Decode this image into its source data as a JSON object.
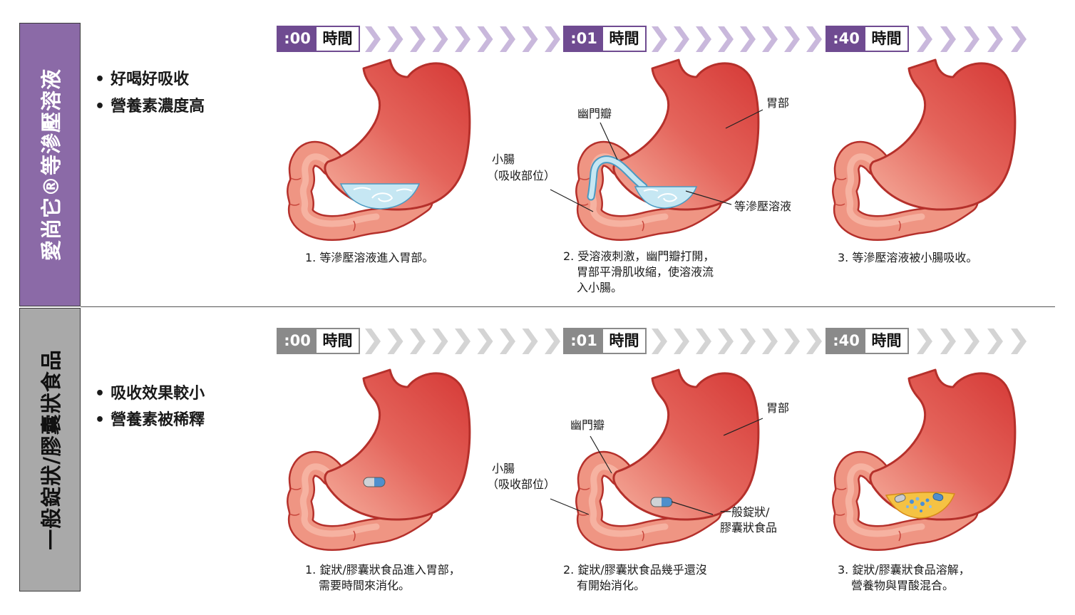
{
  "colors": {
    "isotonic_accent": "#8b6aa7",
    "isotonic_time": "#6f4b91",
    "isotonic_chevron": "#c9b8dc",
    "tablet_accent": "#a9a9a9",
    "tablet_time": "#8a8a8a",
    "tablet_chevron": "#d4d4d4",
    "stomach": "#e05a50",
    "solution": "#c6e7f3",
    "dissolved": "#f5c243"
  },
  "rows": [
    {
      "tab_label": "愛尚它®等滲壓溶液",
      "bullets": [
        "好喝好吸收",
        "營養素濃度高"
      ],
      "timeline": [
        {
          "time": ":00",
          "unit": "時間"
        },
        {
          "time": ":01",
          "unit": "時間"
        },
        {
          "time": ":40",
          "unit": "時間"
        }
      ],
      "captions": [
        [
          "1. 等滲壓溶液進入胃部。"
        ],
        [
          "2. 受溶液刺激，幽門瓣打開，",
          "胃部平滑肌收縮，使溶液流",
          "入小腸。"
        ],
        [
          "3. 等滲壓溶液被小腸吸收。"
        ]
      ],
      "labels": {
        "pyloric_valve": "幽門瓣",
        "stomach": "胃部",
        "small_intestine": "小腸",
        "absorption_site": "（吸收部位）",
        "contents": [
          "等滲壓溶液"
        ]
      }
    },
    {
      "tab_label": "一般錠狀/膠囊狀食品",
      "bullets": [
        "吸收效果較小",
        "營養素被稀釋"
      ],
      "timeline": [
        {
          "time": ":00",
          "unit": "時間"
        },
        {
          "time": ":01",
          "unit": "時間"
        },
        {
          "time": ":40",
          "unit": "時間"
        }
      ],
      "captions": [
        [
          "1. 錠狀/膠囊狀食品進入胃部，",
          "需要時間來消化。"
        ],
        [
          "2. 錠狀/膠囊狀食品幾乎還沒",
          "有開始消化。"
        ],
        [
          "3. 錠狀/膠囊狀食品溶解，",
          "營養物與胃酸混合。"
        ]
      ],
      "labels": {
        "pyloric_valve": "幽門瓣",
        "stomach": "胃部",
        "small_intestine": "小腸",
        "absorption_site": "（吸收部位）",
        "contents": [
          "一般錠狀/",
          "膠囊狀食品"
        ]
      }
    }
  ]
}
